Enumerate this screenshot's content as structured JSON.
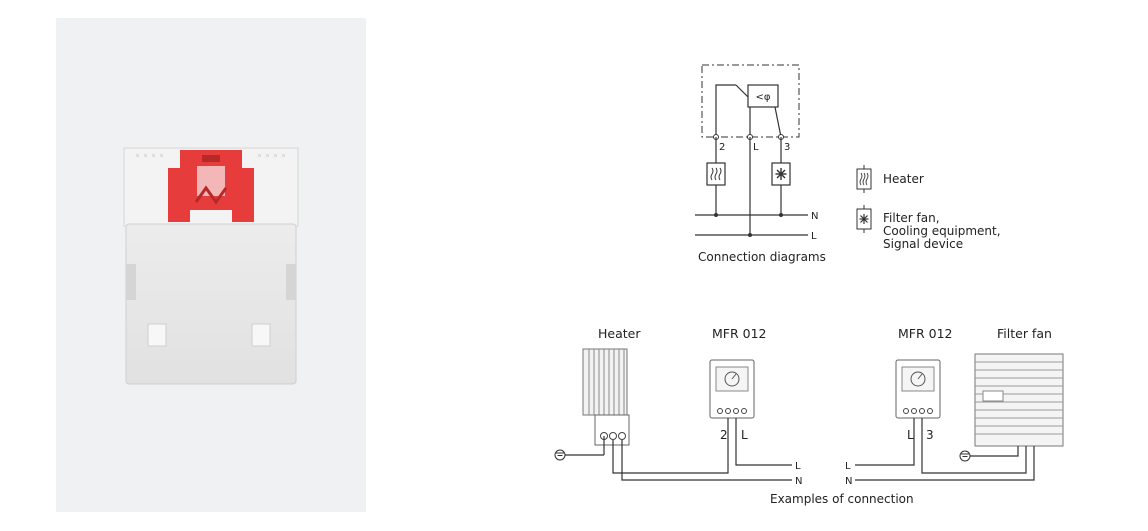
{
  "schematic": {
    "terminals": [
      "2",
      "L",
      "3"
    ],
    "rails": [
      "N",
      "L"
    ],
    "caption": "Connection diagrams",
    "thermo_symbol": "<φ"
  },
  "legend": [
    {
      "icon": "heater-symbol-icon",
      "lines": [
        "Heater"
      ]
    },
    {
      "icon": "fan-symbol-icon",
      "lines": [
        "Filter fan,",
        "Cooling equipment,",
        "Signal device"
      ]
    }
  ],
  "example_left": {
    "heater_title": "Heater",
    "device_title": "MFR 012",
    "terminals": [
      "2",
      "L"
    ],
    "rails": [
      "L",
      "N"
    ]
  },
  "example_right": {
    "device_title": "MFR 012",
    "fan_title": "Filter fan",
    "terminals": [
      "L",
      "3"
    ],
    "rails": [
      "L",
      "N"
    ]
  },
  "examples_caption": "Examples of connection"
}
